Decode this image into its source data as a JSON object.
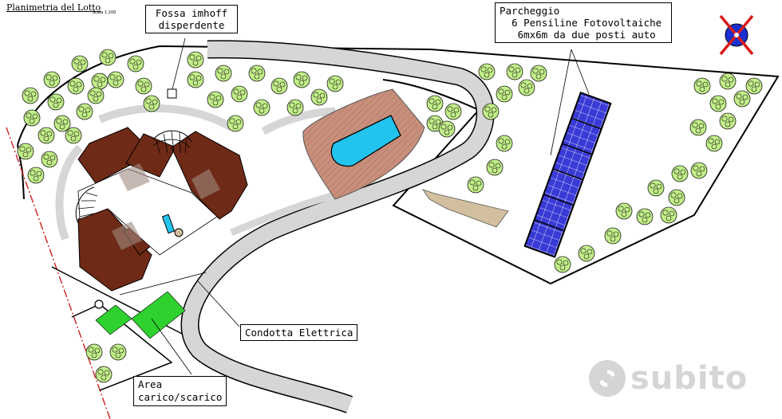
{
  "header": {
    "title": "Planimetria del Lotto",
    "scale": "Scala 1:200"
  },
  "labels": {
    "fossa_line1": "Fossa imhoff",
    "fossa_line2": "disperdente",
    "parcheggio_line1": "Parcheggio",
    "parcheggio_line2": "6 Pensiline Fotovoltaiche",
    "parcheggio_line3": "6mx6m da due posti auto",
    "condotta": "Condotta Elettrica",
    "area_line1": "Area",
    "area_line2": "carico/scarico"
  },
  "watermark": {
    "text": "subito"
  },
  "colors": {
    "roof": "#6e2a16",
    "road": "#d6d6d6",
    "pool_deck": "#c8907c",
    "pool_water": "#22c4ee",
    "grass": "#2fd12f",
    "panel": "#3a3ad6",
    "driveway": "#d2bfa0",
    "tree": "#b8ea7a",
    "compass": "#d81a1a"
  },
  "icons": {
    "compass": "north-compass-icon",
    "trees": "olive-tree-icon"
  }
}
